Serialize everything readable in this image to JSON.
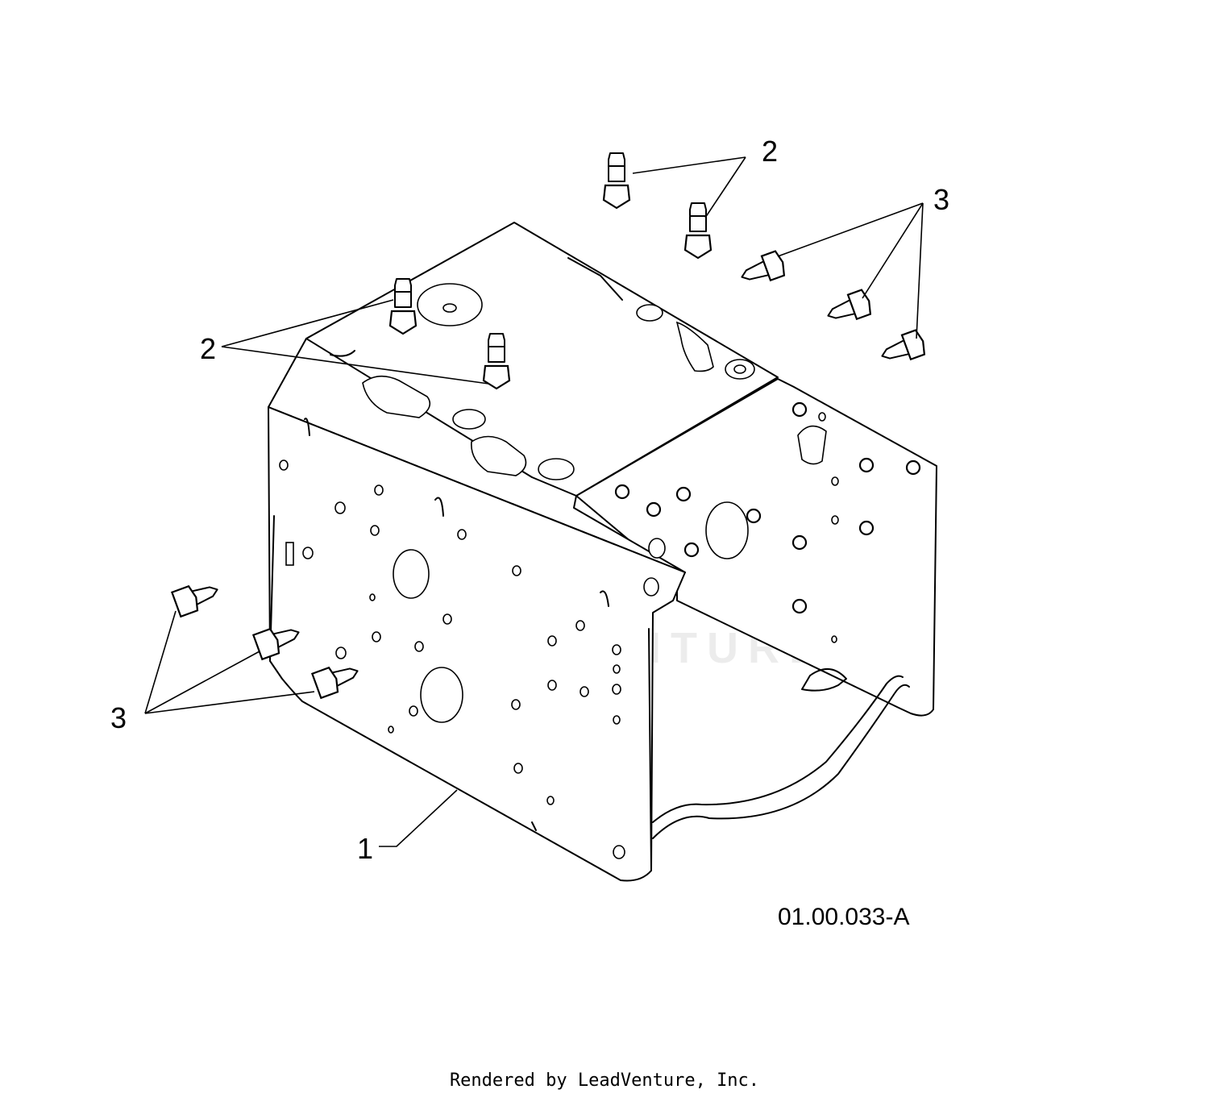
{
  "diagram": {
    "callouts": {
      "part1": "1",
      "part2_top": "2",
      "part2_left": "2",
      "part3_right": "3",
      "part3_left": "3"
    },
    "figure_code": "01.00.033-A",
    "watermark": "LEADVENTURE",
    "footer": "Rendered by LeadVenture, Inc."
  }
}
